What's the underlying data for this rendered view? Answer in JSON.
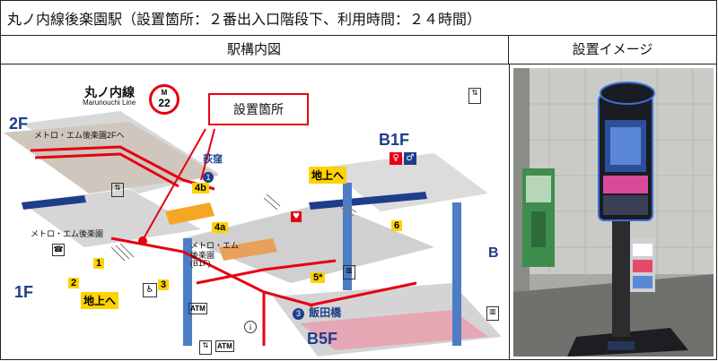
{
  "page": {
    "title": "丸ノ内線後楽園駅（設置箇所：２番出入口階段下、利用時間：２４時間）",
    "left_header": "駅構内図",
    "right_header": "設置イメージ"
  },
  "map": {
    "line_name_jp": "丸ノ内線",
    "line_name_en": "Marunouchi Line",
    "line_badge_letter": "M",
    "line_badge_number": "22",
    "callout_label": "設置箇所",
    "floor_2f": "2F",
    "floor_1f": "1F",
    "floor_b1f": "B1F",
    "floor_b5f": "B5F",
    "to_2f_text": "メトロ・エム後楽園2Fへ",
    "metro_m_text": "メトロ・エム後楽園",
    "metro_m_b1f_line1": "メトロ・エム",
    "metro_m_b1f_line2": "後楽園",
    "metro_m_b1f_line3": "(B1F)",
    "ogikubo_num": "1",
    "ogikubo_text": "荻窪",
    "iidabashi_num": "3",
    "iidabashi_text": "飯田橋",
    "exit_4b": "4b",
    "exit_4a": "4a",
    "exit_6": "6",
    "exit_5": "5*",
    "exit_1": "1",
    "exit_2": "2",
    "exit_3": "3",
    "chijou_he_1": "地上へ",
    "chijou_he_2": "地上へ",
    "atm_1": "ATM",
    "atm_2": "ATM",
    "b_letter": "B"
  },
  "colors": {
    "line_red": "#e60012",
    "badge_red": "#e60012",
    "floor_blue": "#1d3e8a",
    "floor_grey": "#c8c8c8",
    "exit_yellow": "#ffd200",
    "pink_floor": "#e6a6b4"
  },
  "icons": [
    "elevator-icon",
    "restroom-icon",
    "wheelchair-icon",
    "phone-icon",
    "atm-icon",
    "info-icon",
    "aed-icon",
    "coin-locker-icon",
    "stairs-icon"
  ]
}
